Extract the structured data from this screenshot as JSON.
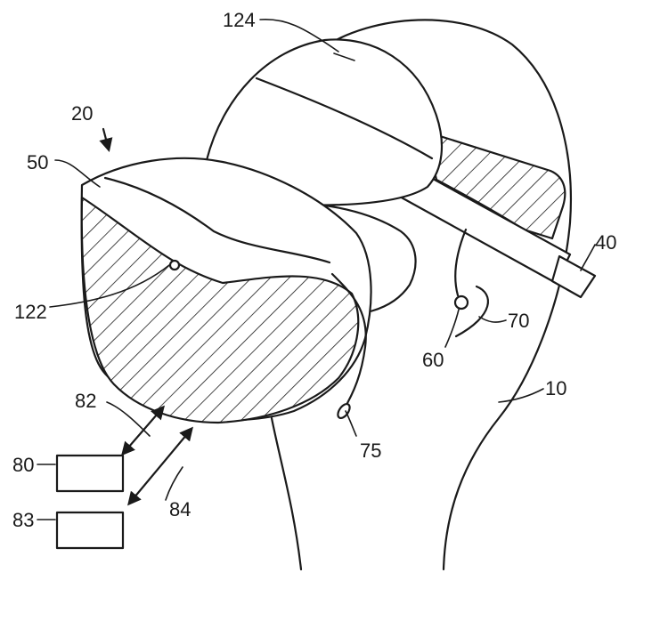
{
  "labels": {
    "ref_124": "124",
    "ref_20": "20",
    "ref_50": "50",
    "ref_40": "40",
    "ref_122": "122",
    "ref_70": "70",
    "ref_60": "60",
    "ref_10": "10",
    "ref_82": "82",
    "ref_75": "75",
    "ref_80": "80",
    "ref_84": "84",
    "ref_83": "83"
  }
}
